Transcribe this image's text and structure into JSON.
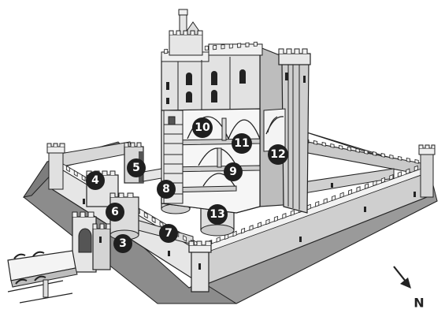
{
  "diagram": {
    "compass": {
      "label": "N",
      "icon": "arrow-south-east"
    },
    "callouts": [
      {
        "id": "3",
        "label": "3"
      },
      {
        "id": "4",
        "label": "4"
      },
      {
        "id": "5",
        "label": "5"
      },
      {
        "id": "6",
        "label": "6"
      },
      {
        "id": "7",
        "label": "7"
      },
      {
        "id": "8",
        "label": "8"
      },
      {
        "id": "9",
        "label": "9"
      },
      {
        "id": "10",
        "label": "10"
      },
      {
        "id": "11",
        "label": "11"
      },
      {
        "id": "12",
        "label": "12"
      },
      {
        "id": "13",
        "label": "13"
      }
    ],
    "colors": {
      "ink": "#222222",
      "stone": "#e4e4e4",
      "stone_dark": "#bdbdbd",
      "stone_shadow": "#9a9a9a",
      "ground": "#8c8c8c",
      "courtyard": "#ffffff",
      "badge": "#1f1f1f"
    }
  }
}
